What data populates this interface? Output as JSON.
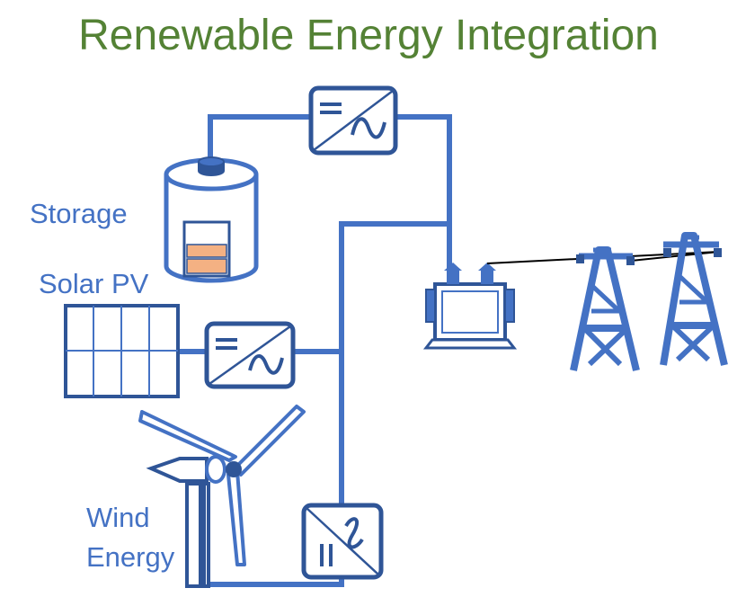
{
  "title": "Renewable Energy Integration",
  "labels": {
    "storage": "Storage",
    "solar_pv": "Solar PV",
    "wind_line1": "Wind",
    "wind_line2": "Energy"
  },
  "colors": {
    "title": "#548235",
    "label": "#4472C4",
    "line": "#4472C4",
    "outline": "#2F5597",
    "battery": "#F4B183",
    "tower": "#4472C4"
  },
  "icons": {
    "inverter": "dc-ac-inverter-icon",
    "converter": "ac-ac-converter-icon",
    "transformer": "transformer-icon",
    "tower": "transmission-tower-icon",
    "battery": "battery-storage-icon",
    "solar": "solar-panel-icon",
    "wind": "wind-turbine-icon"
  }
}
